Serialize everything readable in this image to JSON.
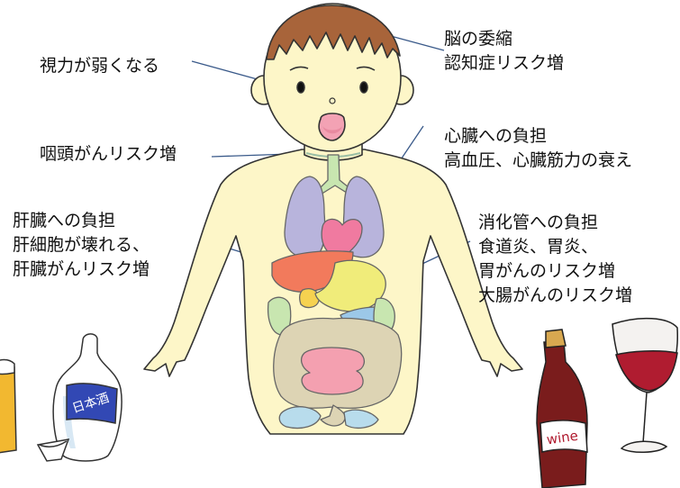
{
  "labels": {
    "brain": {
      "line1": "脳の委縮",
      "line2": "認知症リスク増"
    },
    "eyes": {
      "text": "視力が弱くなる"
    },
    "throat": {
      "text": "咽頭がんリスク増"
    },
    "heart": {
      "line1": "心臓への負担",
      "line2": "高血圧、心臓筋力の衰え"
    },
    "liver": {
      "line1": "肝臓への負担",
      "line2": "肝細胞が壊れる、",
      "line3": "肝臓がんリスク増"
    },
    "digestive": {
      "line1": "消化管への負担",
      "line2": "食道炎、胃炎、",
      "line3": "胃がんのリスク増",
      "line4": "大腸がんのリスク増"
    }
  },
  "bottle_labels": {
    "sake": "日本酒",
    "wine": "wine"
  },
  "colors": {
    "skin": "#fdf6c8",
    "hair": "#a8643a",
    "lungs": "#b8b4dc",
    "heart": "#f07aa0",
    "liver": "#f27a5c",
    "stomach": "#f0ec7a",
    "intestine_large": "#ddd4b4",
    "intestine_small": "#f4a0b0",
    "wine_bottle": "#7a1c1c",
    "wine": "#b01c30",
    "leader_line": "#3a5a8a"
  }
}
